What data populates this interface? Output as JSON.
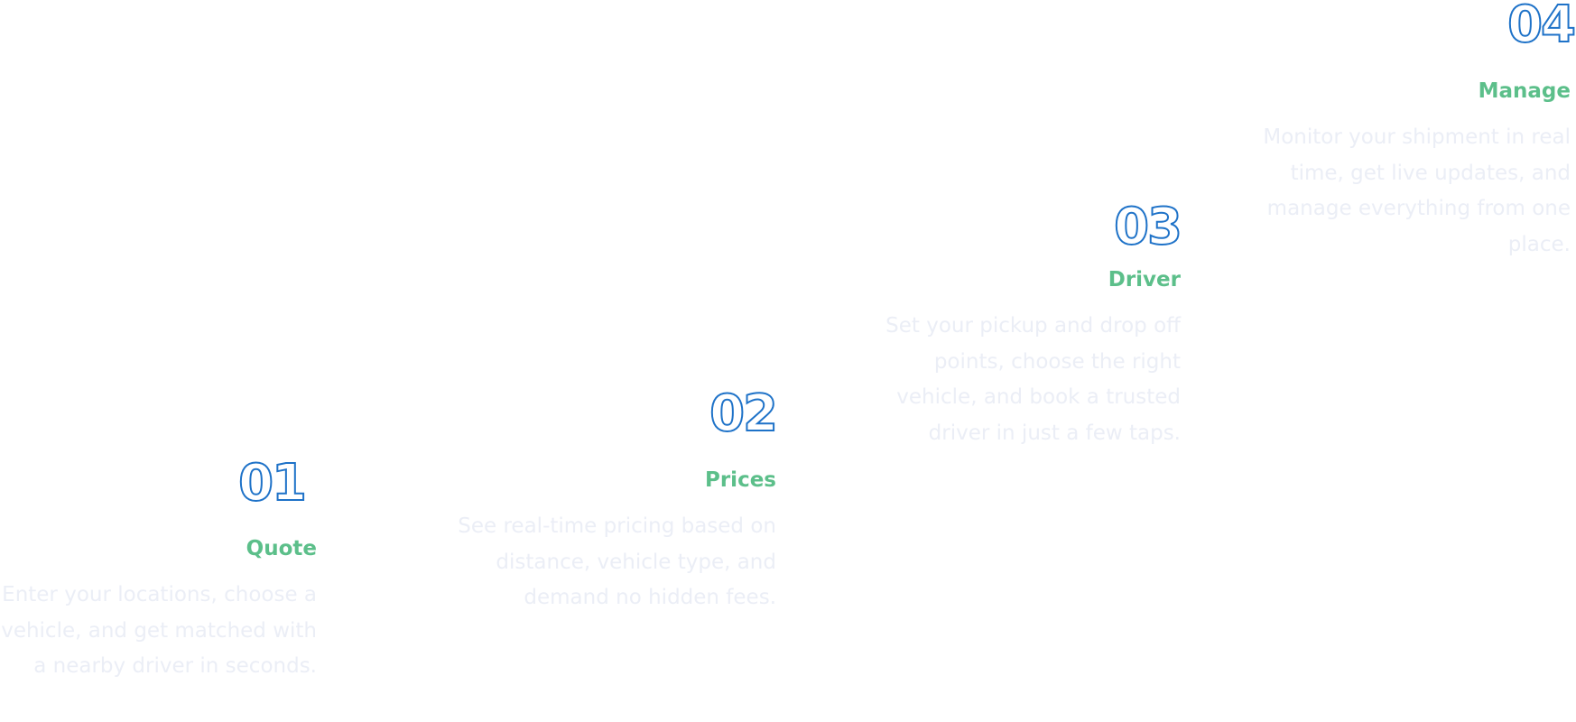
{
  "steps": [
    {
      "number": "01",
      "title": "Quote",
      "description": "Enter your locations, choose a vehicle, and get matched with a nearby driver in seconds."
    },
    {
      "number": "02",
      "title": "Prices",
      "description": "See real-time pricing based on distance, vehicle type, and demand no hidden fees."
    },
    {
      "number": "03",
      "title": "Driver",
      "description": "Set your pickup and drop off points, choose the right vehicle, and book a trusted driver in just a few taps."
    },
    {
      "number": "04",
      "title": "Manage",
      "description": "Monitor your shipment in real time, get live updates, and manage everything from one place."
    }
  ],
  "colors": {
    "number_outline": "#1e72c8",
    "title": "#5cbf8a",
    "description": "#ebeef6",
    "background": "#ffffff"
  }
}
